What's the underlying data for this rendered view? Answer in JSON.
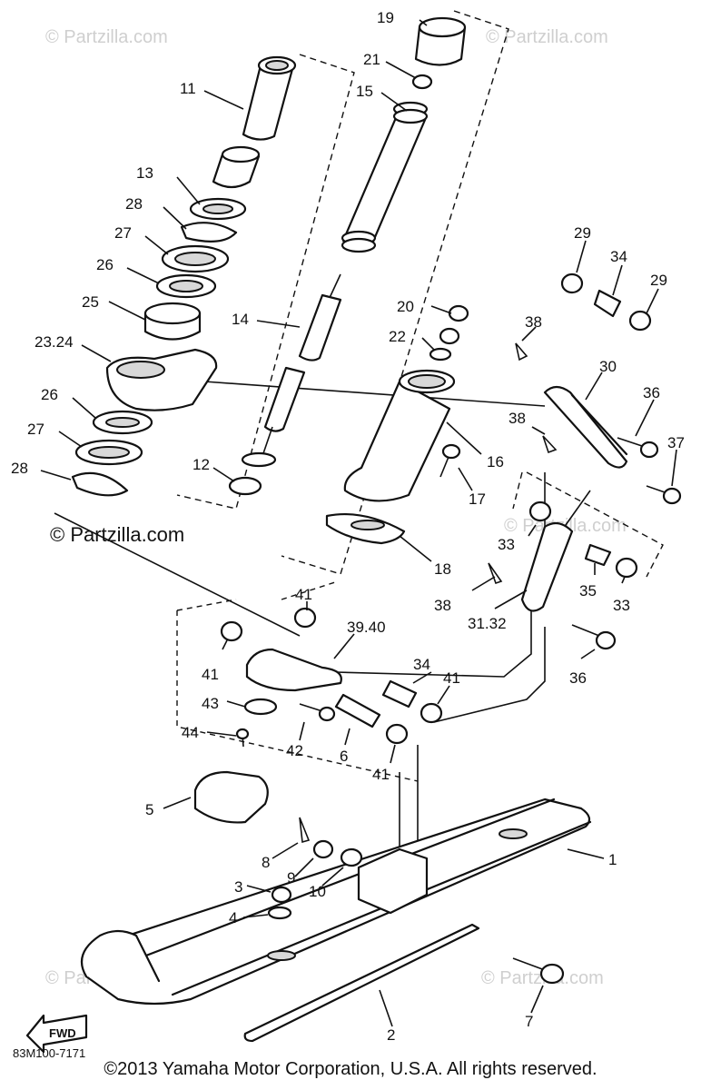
{
  "watermarks": {
    "faint_top_left": "© Partzilla.com",
    "faint_top_right": "© Partzilla.com",
    "faint_mid_right": "© Partzilla.com",
    "faint_bottom_left": "© Partzilla.com",
    "faint_bottom_right": "© Partzilla.com",
    "strong_left": "© Partzilla.com"
  },
  "diagram_code": "83M100-7171",
  "fwd_label": "FWD",
  "copyright": "©2013 Yamaha Motor Corporation, U.S.A. All rights reserved.",
  "callouts": {
    "c1": "1",
    "c2": "2",
    "c3": "3",
    "c4": "4",
    "c5": "5",
    "c6": "6",
    "c7": "7",
    "c8": "8",
    "c9": "9",
    "c10": "10",
    "c11": "11",
    "c12": "12",
    "c13": "13",
    "c14": "14",
    "c15": "15",
    "c16": "16",
    "c17": "17",
    "c18": "18",
    "c19": "19",
    "c20": "20",
    "c21": "21",
    "c22": "22",
    "c23_24": "23.24",
    "c25": "25",
    "c26a": "26",
    "c26b": "26",
    "c27a": "27",
    "c27b": "27",
    "c28a": "28",
    "c28b": "28",
    "c29a": "29",
    "c29b": "29",
    "c30": "30",
    "c31_32": "31.32",
    "c33a": "33",
    "c33b": "33",
    "c34a": "34",
    "c34b": "34",
    "c35": "35",
    "c36a": "36",
    "c36b": "36",
    "c37": "37",
    "c38a": "38",
    "c38b": "38",
    "c38c": "38",
    "c39_40": "39.40",
    "c41a": "41",
    "c41b": "41",
    "c41c": "41",
    "c41d": "41",
    "c42": "42",
    "c43": "43",
    "c44": "44"
  }
}
